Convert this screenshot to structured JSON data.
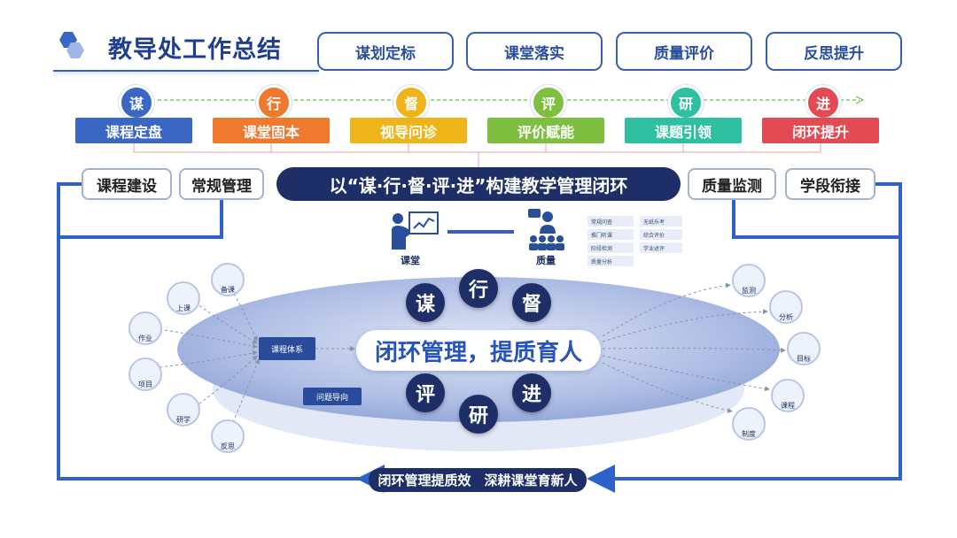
{
  "header": {
    "title": "教导处工作总结",
    "tabs": [
      "谋划定标",
      "课堂落实",
      "质量评价",
      "反思提升"
    ]
  },
  "steps": [
    {
      "char": "谋",
      "label": "课程定盘",
      "color": "#3a67c4"
    },
    {
      "char": "行",
      "label": "课堂固本",
      "color": "#ef7a2f"
    },
    {
      "char": "督",
      "label": "视导问诊",
      "color": "#f0b41b"
    },
    {
      "char": "评",
      "label": "评价赋能",
      "color": "#7fbf3f"
    },
    {
      "char": "研",
      "label": "课题引领",
      "color": "#2ec0a0"
    },
    {
      "char": "进",
      "label": "闭环提升",
      "color": "#e24a54"
    }
  ],
  "side_tabs": {
    "left": [
      "课程建设",
      "常规管理"
    ],
    "right": [
      "质量监测",
      "学段衔接"
    ]
  },
  "main_banner": "以“谋·行·督·评·进”构建教学管理闭环",
  "classroom_label": "课堂",
  "quality_label": "质量",
  "quality_tags": [
    "常规问查",
    "无纸乐考",
    "推门听课",
    "综合评价",
    "阶段检测",
    "学业述评",
    "质量分析"
  ],
  "core": {
    "text": "闭环管理，提质育人",
    "chars": [
      "谋",
      "行",
      "督",
      "评",
      "研",
      "进"
    ],
    "system_label": "课程体系",
    "problem_label": "问题导向"
  },
  "left_nodes": [
    "备课",
    "上课",
    "作业",
    "项目",
    "研学",
    "反思"
  ],
  "right_nodes": [
    "监测",
    "分析",
    "目标",
    "课程",
    "制度"
  ],
  "bottom_banner": "闭环管理提质效　深耕课堂育新人"
}
